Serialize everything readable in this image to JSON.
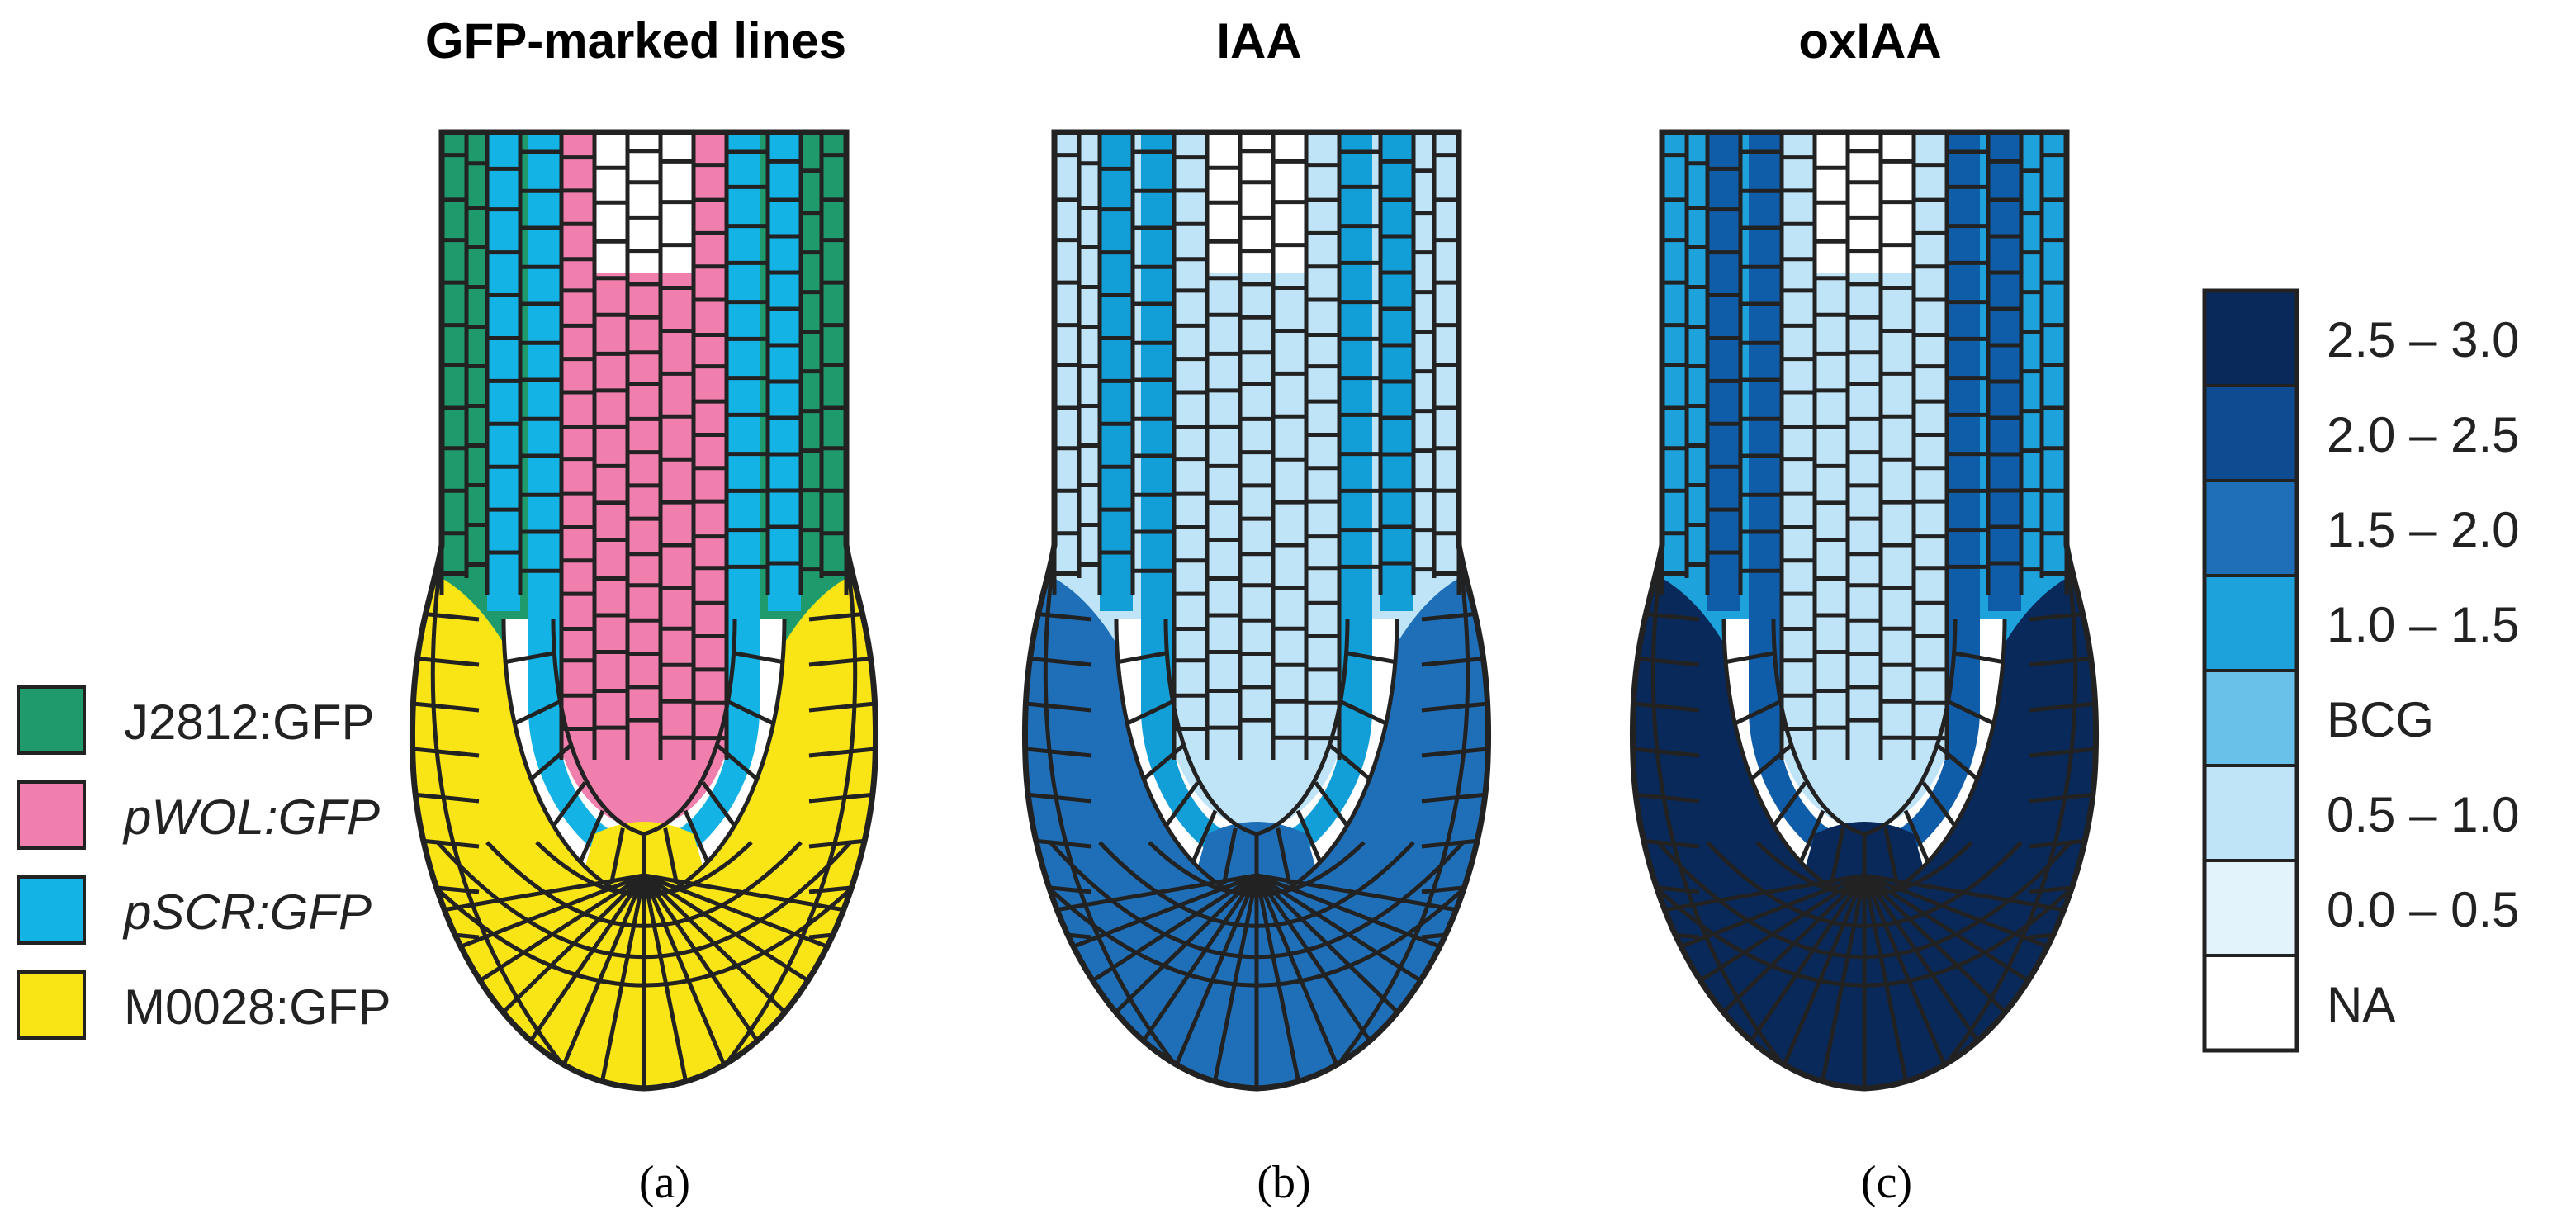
{
  "panels": [
    {
      "id": "a",
      "title": "GFP-marked lines",
      "caption": "(a)",
      "fills": {
        "outer": "#1f9a6c",
        "endodermis": "#14b3e6",
        "stele": "#f07fae",
        "collar": "#ffffff",
        "rootcap": "#f9e515",
        "qc": "#f9e515",
        "center_top": "#ffffff"
      }
    },
    {
      "id": "b",
      "title": "IAA",
      "caption": "(b)",
      "fills": {
        "outer": "#bfe4f8",
        "endodermis": "#129fd8",
        "stele": "#bfe4f8",
        "collar": "#ffffff",
        "rootcap": "#1f6fb8",
        "qc": "#1f6fb8",
        "center_top": "#ffffff"
      }
    },
    {
      "id": "c",
      "title": "oxIAA",
      "caption": "(c)",
      "fills": {
        "outer": "#1ea2dc",
        "endodermis": "#0f5ca8",
        "stele": "#bfe4f8",
        "collar": "#ffffff",
        "rootcap": "#08295a",
        "qc": "#08295a",
        "center_top": "#ffffff"
      }
    }
  ],
  "legend": [
    {
      "label": "J2812:GFP",
      "color": "#1f9a6c",
      "italic": false
    },
    {
      "label": "pWOL:GFP",
      "color": "#f07fae",
      "italic": true
    },
    {
      "label": "pSCR:GFP",
      "color": "#14b3e6",
      "italic": true
    },
    {
      "label": "M0028:GFP",
      "color": "#f9e515",
      "italic": false
    }
  ],
  "scale": [
    {
      "label": "2.5 – 3.0",
      "color": "#08295a"
    },
    {
      "label": "2.0 – 2.5",
      "color": "#0f4b91"
    },
    {
      "label": "1.5 – 2.0",
      "color": "#1f6fb8"
    },
    {
      "label": "1.0 – 1.5",
      "color": "#1ea2dc"
    },
    {
      "label": "BCG",
      "color": "#69c1ea"
    },
    {
      "label": "0.5 – 1.0",
      "color": "#bfe4f8"
    },
    {
      "label": "0.0 – 0.5",
      "color": "#e2f3fc"
    },
    {
      "label": "NA",
      "color": "#ffffff"
    }
  ],
  "cell_line_color": "#222222"
}
